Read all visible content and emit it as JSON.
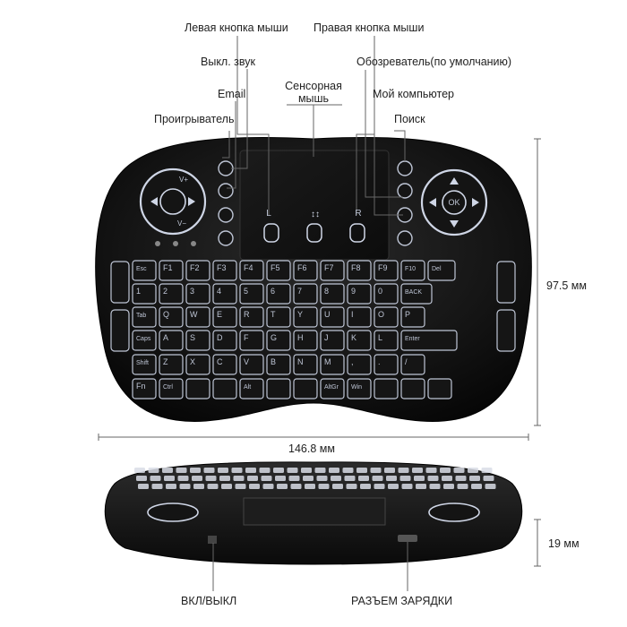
{
  "callouts": {
    "left_mouse_button": "Левая кнопка мыши",
    "right_mouse_button": "Правая кнопка мыши",
    "mute": "Выкл. звук",
    "browser": "Обозреватель(по умолчанию)",
    "email": "Email",
    "touchpad_line1": "Сенсорная",
    "touchpad_line2": "мышь",
    "my_computer": "Мой компьютер",
    "player": "Проигрыватель",
    "search": "Поиск"
  },
  "dimensions": {
    "height": "97.5 мм",
    "width": "146.8 мм",
    "thickness": "19 мм"
  },
  "ports": {
    "power_switch": "ВКЛ/ВЫКЛ",
    "charging_port": "РАЗЪЕМ ЗАРЯДКИ"
  },
  "keyboard": {
    "mouse_left_key": "L",
    "mouse_right_key": "R",
    "dpad_center": "OK",
    "vplus": "V+",
    "vminus": "V−",
    "rows": [
      [
        "Esc",
        "F1",
        "F2",
        "F3",
        "F4",
        "F5",
        "F6",
        "F7",
        "F8",
        "F9",
        "F10",
        "Del"
      ],
      [
        "1",
        "2",
        "3",
        "4",
        "5",
        "6",
        "7",
        "8",
        "9",
        "0",
        "BACK"
      ],
      [
        "Tab",
        "Q",
        "W",
        "E",
        "R",
        "T",
        "Y",
        "U",
        "I",
        "O",
        "P"
      ],
      [
        "Caps",
        "A",
        "S",
        "D",
        "F",
        "G",
        "H",
        "J",
        "K",
        "L",
        "Enter"
      ],
      [
        "Shift",
        "Z",
        "X",
        "C",
        "V",
        "B",
        "N",
        "M",
        ",",
        ".",
        "/"
      ],
      [
        "Fn",
        "Ctrl",
        "",
        "",
        "Alt",
        "",
        "",
        "AltGr",
        "Win",
        "",
        "",
        ""
      ]
    ]
  },
  "colors": {
    "body": "#111111",
    "key_outline": "#bfc6d6",
    "key_glow": "#3a5cff",
    "text": "#222222",
    "line": "#666666"
  }
}
